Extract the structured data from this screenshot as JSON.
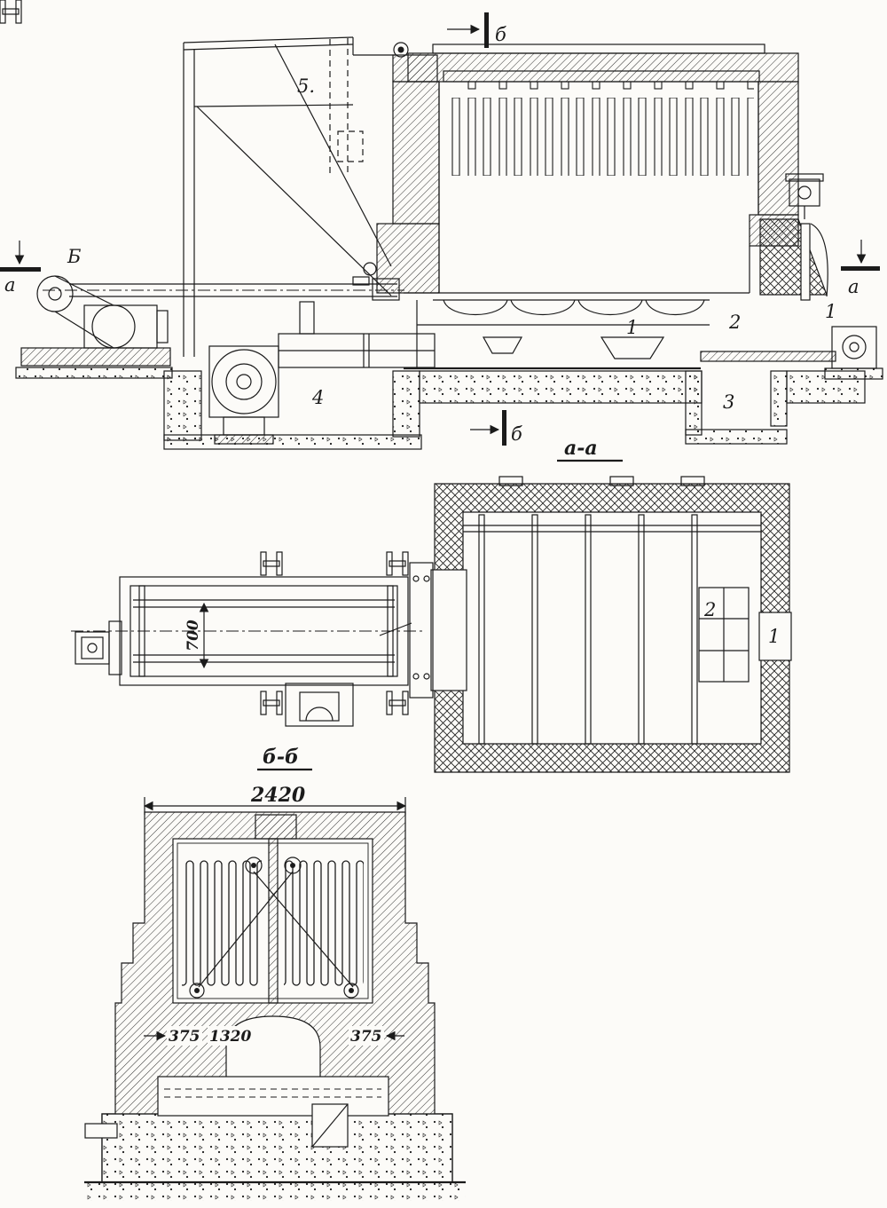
{
  "colors": {
    "paper": "#fcfbf8",
    "ink": "#1b1b1b"
  },
  "side_view": {
    "section_marker_top": "б",
    "section_marker_bottom": "б",
    "datum_left": "а",
    "datum_right": "а",
    "hoist_label": "Б",
    "parts": {
      "hood": "5.",
      "chute": "1",
      "door": "2",
      "discharge": "1",
      "fan": "4",
      "pit": "3"
    }
  },
  "plan_view": {
    "title": "а-а",
    "width_dim": "700",
    "parts": {
      "screen": "2",
      "outlet": "1"
    }
  },
  "cross_section_view": {
    "title": "б-б",
    "overall_width": "2420",
    "wall_left": "375",
    "hearth_width": "1320",
    "wall_right": "375"
  }
}
